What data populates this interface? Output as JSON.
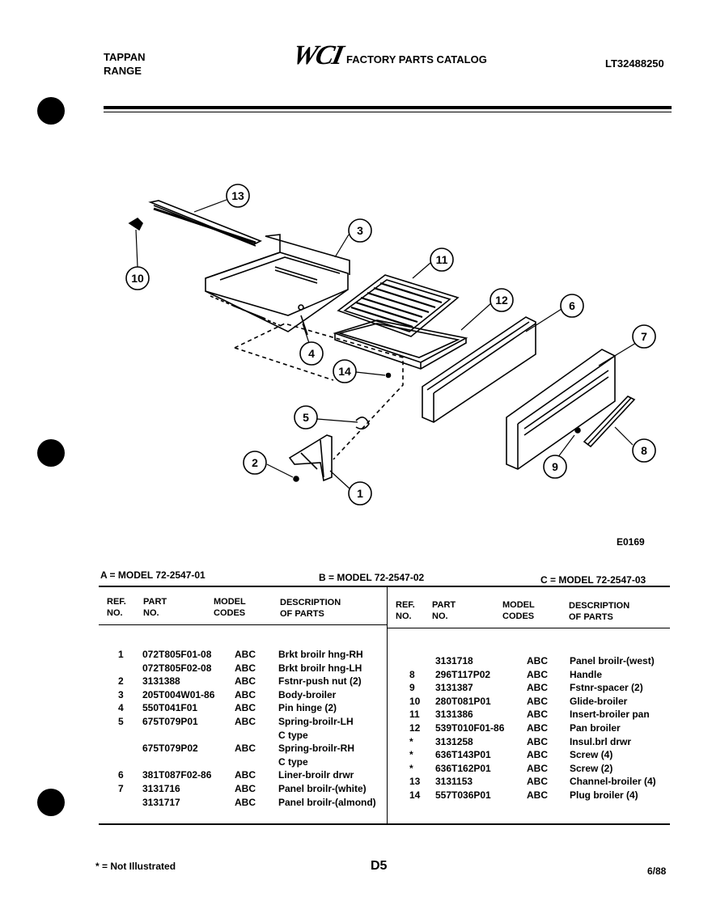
{
  "header": {
    "brand_line1": "TAPPAN",
    "brand_line2": "RANGE",
    "logo": "WCI",
    "catalog_title": "FACTORY PARTS CATALOG",
    "catalog_number": "LT32488250"
  },
  "diagram": {
    "callouts": [
      "13",
      "10",
      "3",
      "11",
      "12",
      "6",
      "7",
      "4",
      "14",
      "5",
      "2",
      "1",
      "9",
      "8"
    ],
    "figure_code": "E0169"
  },
  "models": {
    "a": "A = MODEL 72-2547-01",
    "b": "B = MODEL 72-2547-02",
    "c": "C = MODEL 72-2547-03"
  },
  "columns": {
    "ref": [
      "REF.",
      "NO."
    ],
    "part": [
      "PART",
      "NO."
    ],
    "codes": [
      "MODEL",
      "CODES"
    ],
    "desc": [
      "DESCRIPTION",
      "OF PARTS"
    ]
  },
  "left_rows": [
    {
      "ref": "1",
      "part": "072T805F01-08",
      "codes": "ABC",
      "desc": "Brkt broilr hng-RH"
    },
    {
      "ref": "",
      "part": "072T805F02-08",
      "codes": "ABC",
      "desc": "Brkt broilr hng-LH"
    },
    {
      "ref": "2",
      "part": "3131388",
      "codes": "ABC",
      "desc": "Fstnr-push nut (2)"
    },
    {
      "ref": "3",
      "part": "205T004W01-86",
      "codes": "ABC",
      "desc": "Body-broiler"
    },
    {
      "ref": "4",
      "part": "550T041F01",
      "codes": "ABC",
      "desc": "Pin hinge (2)"
    },
    {
      "ref": "5",
      "part": "675T079P01",
      "codes": "ABC",
      "desc": "Spring-broilr-LH"
    },
    {
      "ref": "",
      "part": "",
      "codes": "",
      "desc": "C type"
    },
    {
      "ref": "",
      "part": "675T079P02",
      "codes": "ABC",
      "desc": "Spring-broilr-RH"
    },
    {
      "ref": "",
      "part": "",
      "codes": "",
      "desc": "C type"
    },
    {
      "ref": "6",
      "part": "381T087F02-86",
      "codes": "ABC",
      "desc": "Liner-broilr drwr"
    },
    {
      "ref": "7",
      "part": "3131716",
      "codes": "ABC",
      "desc": "Panel broilr-(white)"
    },
    {
      "ref": "",
      "part": "3131717",
      "codes": "ABC",
      "desc": "Panel broilr-(almond)"
    }
  ],
  "right_rows": [
    {
      "ref": "",
      "part": "3131718",
      "codes": "ABC",
      "desc": "Panel broilr-(west)"
    },
    {
      "ref": "8",
      "part": "296T117P02",
      "codes": "ABC",
      "desc": "Handle"
    },
    {
      "ref": "9",
      "part": "3131387",
      "codes": "ABC",
      "desc": "Fstnr-spacer (2)"
    },
    {
      "ref": "10",
      "part": "280T081P01",
      "codes": "ABC",
      "desc": "Glide-broiler"
    },
    {
      "ref": "11",
      "part": "3131386",
      "codes": "ABC",
      "desc": "Insert-broiler pan"
    },
    {
      "ref": "12",
      "part": "539T010F01-86",
      "codes": "ABC",
      "desc": "Pan broiler"
    },
    {
      "ref": "*",
      "part": "3131258",
      "codes": "ABC",
      "desc": "Insul.brl drwr"
    },
    {
      "ref": "*",
      "part": "636T143P01",
      "codes": "ABC",
      "desc": "Screw (4)"
    },
    {
      "ref": "*",
      "part": "636T162P01",
      "codes": "ABC",
      "desc": "Screw (2)"
    },
    {
      "ref": "13",
      "part": "3131153",
      "codes": "ABC",
      "desc": "Channel-broiler (4)"
    },
    {
      "ref": "14",
      "part": "557T036P01",
      "codes": "ABC",
      "desc": "Plug broiler (4)"
    }
  ],
  "footer": {
    "note": "* = Not Illustrated",
    "page": "D5",
    "date": "6/88"
  }
}
